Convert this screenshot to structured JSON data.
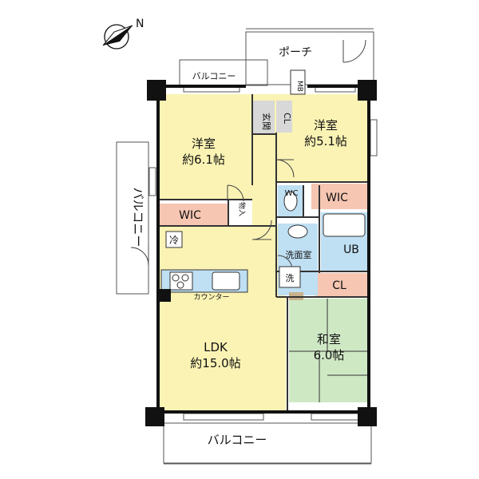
{
  "compass": {
    "north_label": "N"
  },
  "rooms": {
    "porch": "ポーチ",
    "balcony_top": "バルコニー",
    "balcony_left": "バルコニー",
    "balcony_bottom": "バルコニー",
    "mb": "MB",
    "entrance": "玄関",
    "cl_entrance": "CL",
    "western_left": {
      "name": "洋室",
      "size": "約6.1帖"
    },
    "western_right": {
      "name": "洋室",
      "size": "約5.1帖"
    },
    "wc": "WC",
    "wic_right": "WIC",
    "wic_left": "WIC",
    "storage": "物入",
    "fridge": "冷",
    "ub": "UB",
    "washroom": "洗面室",
    "washer": "洗",
    "cl_bottom": "CL",
    "counter": "カウンター",
    "ldk": {
      "name": "LDK",
      "size": "約15.0帖"
    },
    "washitsu": {
      "name": "和室",
      "size": "6.0帖"
    }
  },
  "colors": {
    "room_yellow": "#fbf3b4",
    "wic_salmon": "#f6c6b2",
    "bath_blue": "#bfdff3",
    "tatami_green": "#cfe8c4",
    "entrance_gray": "#d8d8d8",
    "wall": "#111111"
  }
}
